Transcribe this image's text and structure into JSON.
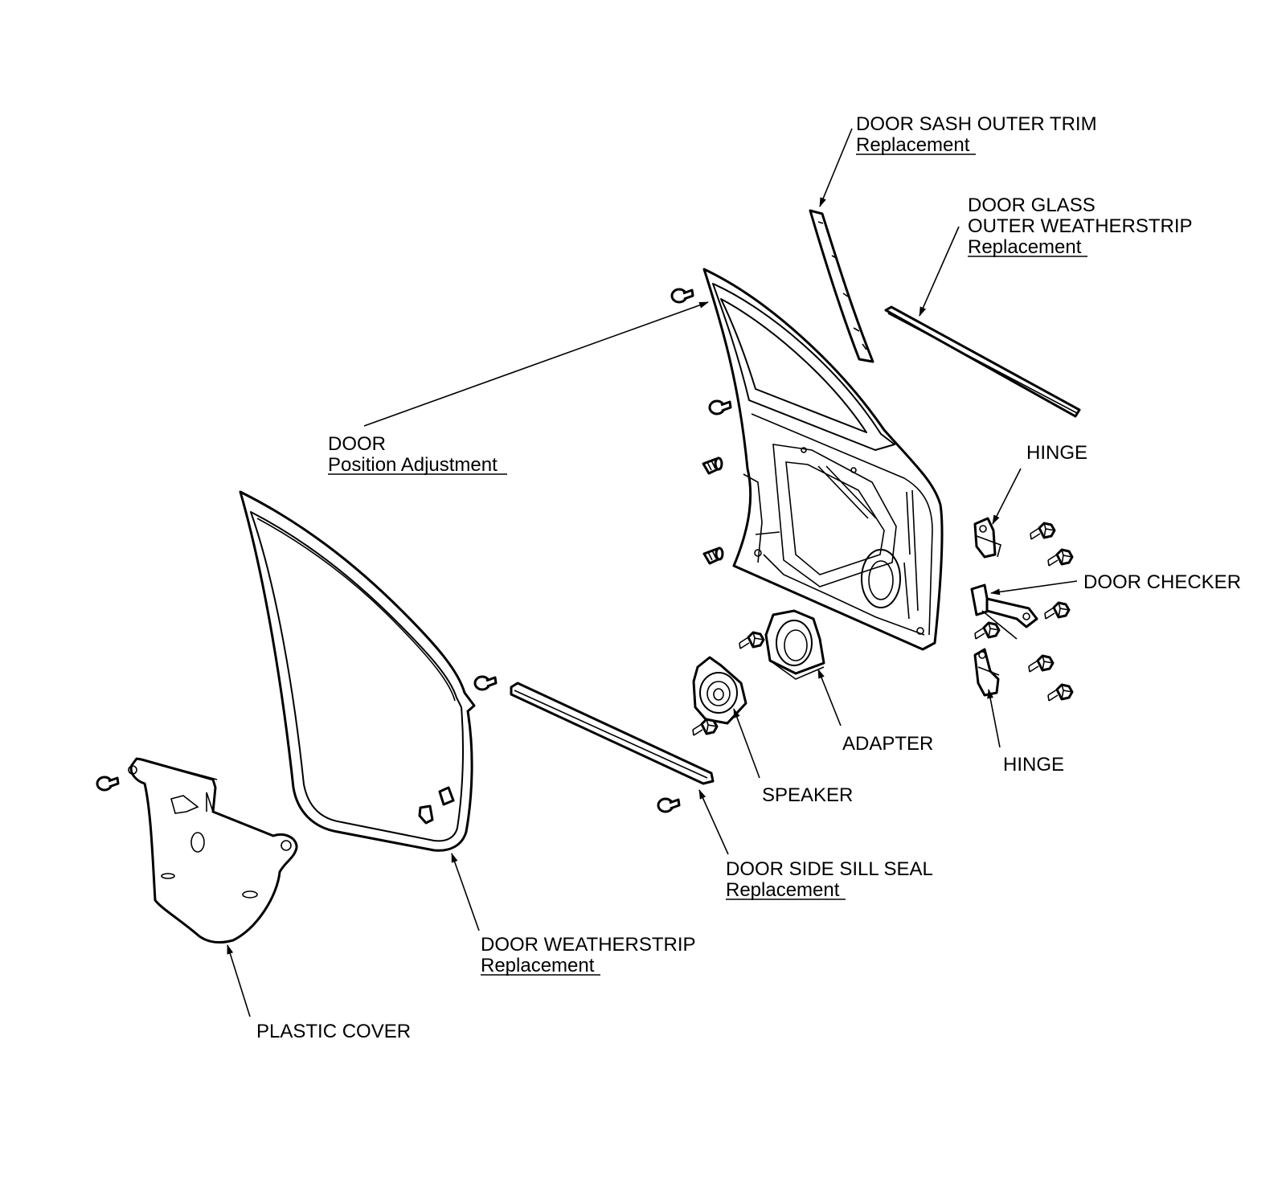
{
  "callouts": {
    "sash_trim": {
      "name": "DOOR SASH OUTER TRIM",
      "link": "Replacement"
    },
    "glass_ws": {
      "line1": "DOOR GLASS",
      "line2": "OUTER WEATHERSTRIP",
      "link": "Replacement"
    },
    "door": {
      "name": "DOOR",
      "link": "Position Adjustment"
    },
    "hinge_upper": {
      "name": "HINGE"
    },
    "door_checker": {
      "name": "DOOR CHECKER"
    },
    "hinge_lower": {
      "name": "HINGE"
    },
    "adapter": {
      "name": "ADAPTER"
    },
    "speaker": {
      "name": "SPEAKER"
    },
    "sill_seal": {
      "name": "DOOR SIDE SILL SEAL",
      "link": "Replacement"
    },
    "door_weatherstrip": {
      "name": "DOOR WEATHERSTRIP",
      "link": "Replacement"
    },
    "plastic_cover": {
      "name": "PLASTIC COVER"
    }
  }
}
